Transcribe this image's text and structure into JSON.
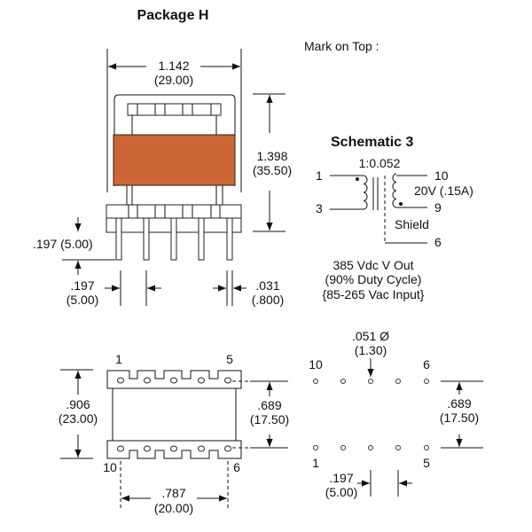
{
  "title": "Package H",
  "mark_on_top": "Mark on Top :",
  "side_view": {
    "width_in": "1.142",
    "width_mm": "(29.00)",
    "height_in": "1.398",
    "height_mm": "(35.50)",
    "pin_len_label": ".197 (5.00)",
    "pin_pitch_in": ".197",
    "pin_pitch_mm": "(5.00)",
    "pin_dia_in": ".031",
    "pin_dia_mm": "(.800)",
    "core_color": "#cc6633"
  },
  "schematic": {
    "title": "Schematic 3",
    "ratio": "1:0.052",
    "pins": {
      "p1": "1",
      "p3": "3",
      "p10": "10",
      "p9": "9",
      "p6": "6"
    },
    "output": "20V (.15A)",
    "shield": "Shield",
    "notes": [
      "385 Vdc V Out",
      "(90% Duty Cycle)",
      "{85-265 Vac Input}"
    ]
  },
  "bottom_view": {
    "pin_first": "1",
    "pin_fifth": "5",
    "pin_tenth": "10",
    "pin_sixth": "6",
    "depth_in": ".906",
    "depth_mm": "(23.00)",
    "row_in": ".689",
    "row_mm": "(17.50)",
    "span_in": ".787",
    "span_mm": "(20.00)"
  },
  "pcb_layout": {
    "hole_in": ".051 Ø",
    "hole_mm": "(1.30)",
    "row_in": ".689",
    "row_mm": "(17.50)",
    "pitch_in": ".197",
    "pitch_mm": "(5.00)",
    "pin_10": "10",
    "pin_6": "6",
    "pin_1": "1",
    "pin_5": "5"
  }
}
